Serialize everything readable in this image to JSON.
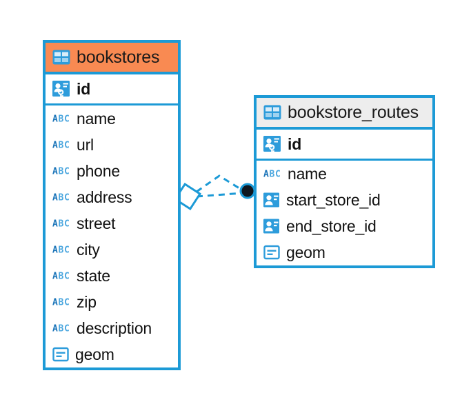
{
  "diagram": {
    "type": "entity-relationship-diagram",
    "colors": {
      "border_blue": "#1C9AD6",
      "header_accent_orange": "#F98A52",
      "header_neutral_gray": "#EDEDED",
      "icon_blue": "#2D9CDB",
      "text_dark": "#111111",
      "endpoint_dark": "#101820",
      "canvas_white": "#FFFFFF"
    },
    "entities": [
      {
        "id": "bookstores",
        "title": "bookstores",
        "header_style": "accent",
        "header_icon": "table-icon",
        "fields": [
          {
            "name": "id",
            "icon": "primary-key-icon",
            "type_hint": "key",
            "emphasis": "bold"
          },
          {
            "name": "name",
            "icon": "abc-text-icon",
            "type_hint": "text",
            "emphasis": "normal"
          },
          {
            "name": "url",
            "icon": "abc-text-icon",
            "type_hint": "text",
            "emphasis": "normal"
          },
          {
            "name": "phone",
            "icon": "abc-text-icon",
            "type_hint": "text",
            "emphasis": "normal"
          },
          {
            "name": "address",
            "icon": "abc-text-icon",
            "type_hint": "text",
            "emphasis": "normal"
          },
          {
            "name": "street",
            "icon": "abc-text-icon",
            "type_hint": "text",
            "emphasis": "normal"
          },
          {
            "name": "city",
            "icon": "abc-text-icon",
            "type_hint": "text",
            "emphasis": "normal"
          },
          {
            "name": "state",
            "icon": "abc-text-icon",
            "type_hint": "text",
            "emphasis": "normal"
          },
          {
            "name": "zip",
            "icon": "abc-text-icon",
            "type_hint": "text",
            "emphasis": "normal"
          },
          {
            "name": "description",
            "icon": "abc-text-icon",
            "type_hint": "text",
            "emphasis": "normal"
          },
          {
            "name": "geom",
            "icon": "geometry-icon",
            "type_hint": "geometry",
            "emphasis": "normal"
          }
        ]
      },
      {
        "id": "bookstore_routes",
        "title": "bookstore_routes",
        "header_style": "neutral",
        "header_icon": "table-icon",
        "fields": [
          {
            "name": "id",
            "icon": "primary-key-icon",
            "type_hint": "key",
            "emphasis": "bold"
          },
          {
            "name": "name",
            "icon": "abc-text-icon",
            "type_hint": "text",
            "emphasis": "normal"
          },
          {
            "name": "start_store_id",
            "icon": "foreign-key-icon",
            "type_hint": "reference",
            "emphasis": "normal"
          },
          {
            "name": "end_store_id",
            "icon": "foreign-key-icon",
            "type_hint": "reference",
            "emphasis": "normal"
          },
          {
            "name": "geom",
            "icon": "geometry-icon",
            "type_hint": "geometry",
            "emphasis": "normal"
          }
        ]
      }
    ],
    "relationship": {
      "from_entity": "bookstores",
      "to_entity": "bookstore_routes",
      "line_style": "dashed",
      "source_marker": "diamond-outline",
      "target_marker": "filled-circle",
      "branch_count": 2
    }
  }
}
